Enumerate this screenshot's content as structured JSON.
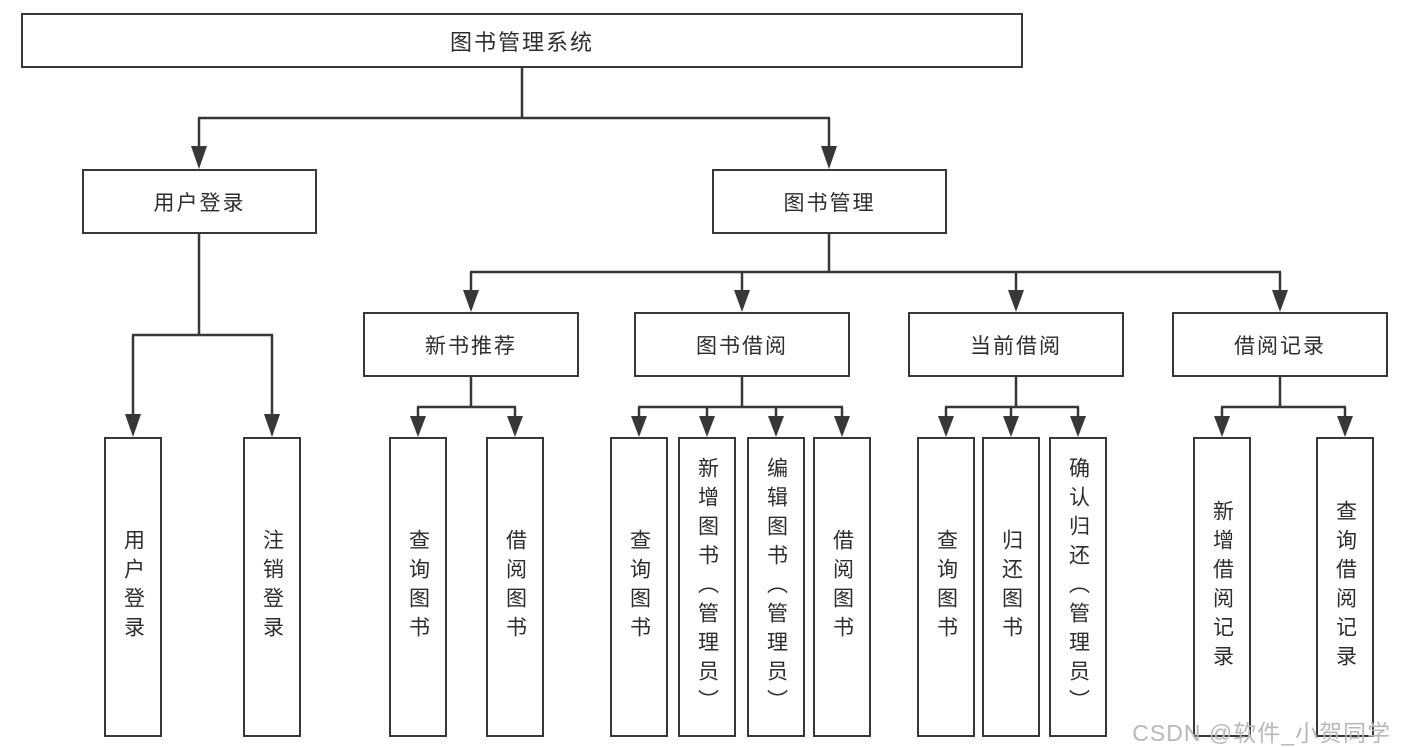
{
  "tree": {
    "label": "图书管理系统",
    "children": [
      {
        "label": "用户登录",
        "children": [
          {
            "label": "用户登录"
          },
          {
            "label": "注销登录"
          }
        ]
      },
      {
        "label": "图书管理",
        "children": [
          {
            "label": "新书推荐",
            "children": [
              {
                "label": "查询图书"
              },
              {
                "label": "借阅图书"
              }
            ]
          },
          {
            "label": "图书借阅",
            "children": [
              {
                "label": "查询图书"
              },
              {
                "label": "新增图书（管理员）"
              },
              {
                "label": "编辑图书（管理员）"
              },
              {
                "label": "借阅图书"
              }
            ]
          },
          {
            "label": "当前借阅",
            "children": [
              {
                "label": "查询图书"
              },
              {
                "label": "归还图书"
              },
              {
                "label": "确认归还（管理员）"
              }
            ]
          },
          {
            "label": "借阅记录",
            "children": [
              {
                "label": "新增借阅记录"
              },
              {
                "label": "查询借阅记录"
              }
            ]
          }
        ]
      }
    ]
  },
  "watermark": "CSDN @软件_小贺同学",
  "colors": {
    "line": "#373737",
    "box_border": "#373737",
    "text": "#2d2d2d",
    "watermark": "#b8b8b8",
    "background": "#ffffff"
  }
}
